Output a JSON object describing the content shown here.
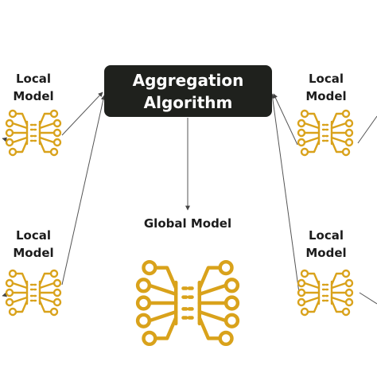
{
  "aggregation": {
    "line1": "Aggregation",
    "line2": "Algorithm"
  },
  "global_model": {
    "label": "Global Model"
  },
  "local_models": [
    {
      "line1": "Local",
      "line2": "Model"
    },
    {
      "line1": "Local",
      "line2": "Model"
    },
    {
      "line1": "Local",
      "line2": "Model"
    },
    {
      "line1": "Local",
      "line2": "Model"
    }
  ],
  "colors": {
    "box": "#1f211d",
    "box_text": "#ffffff",
    "network_icon": "#d9a21b",
    "arrow": "#555555",
    "label_text": "#1c1c1c"
  },
  "icons": [
    "neural-network-icon"
  ]
}
